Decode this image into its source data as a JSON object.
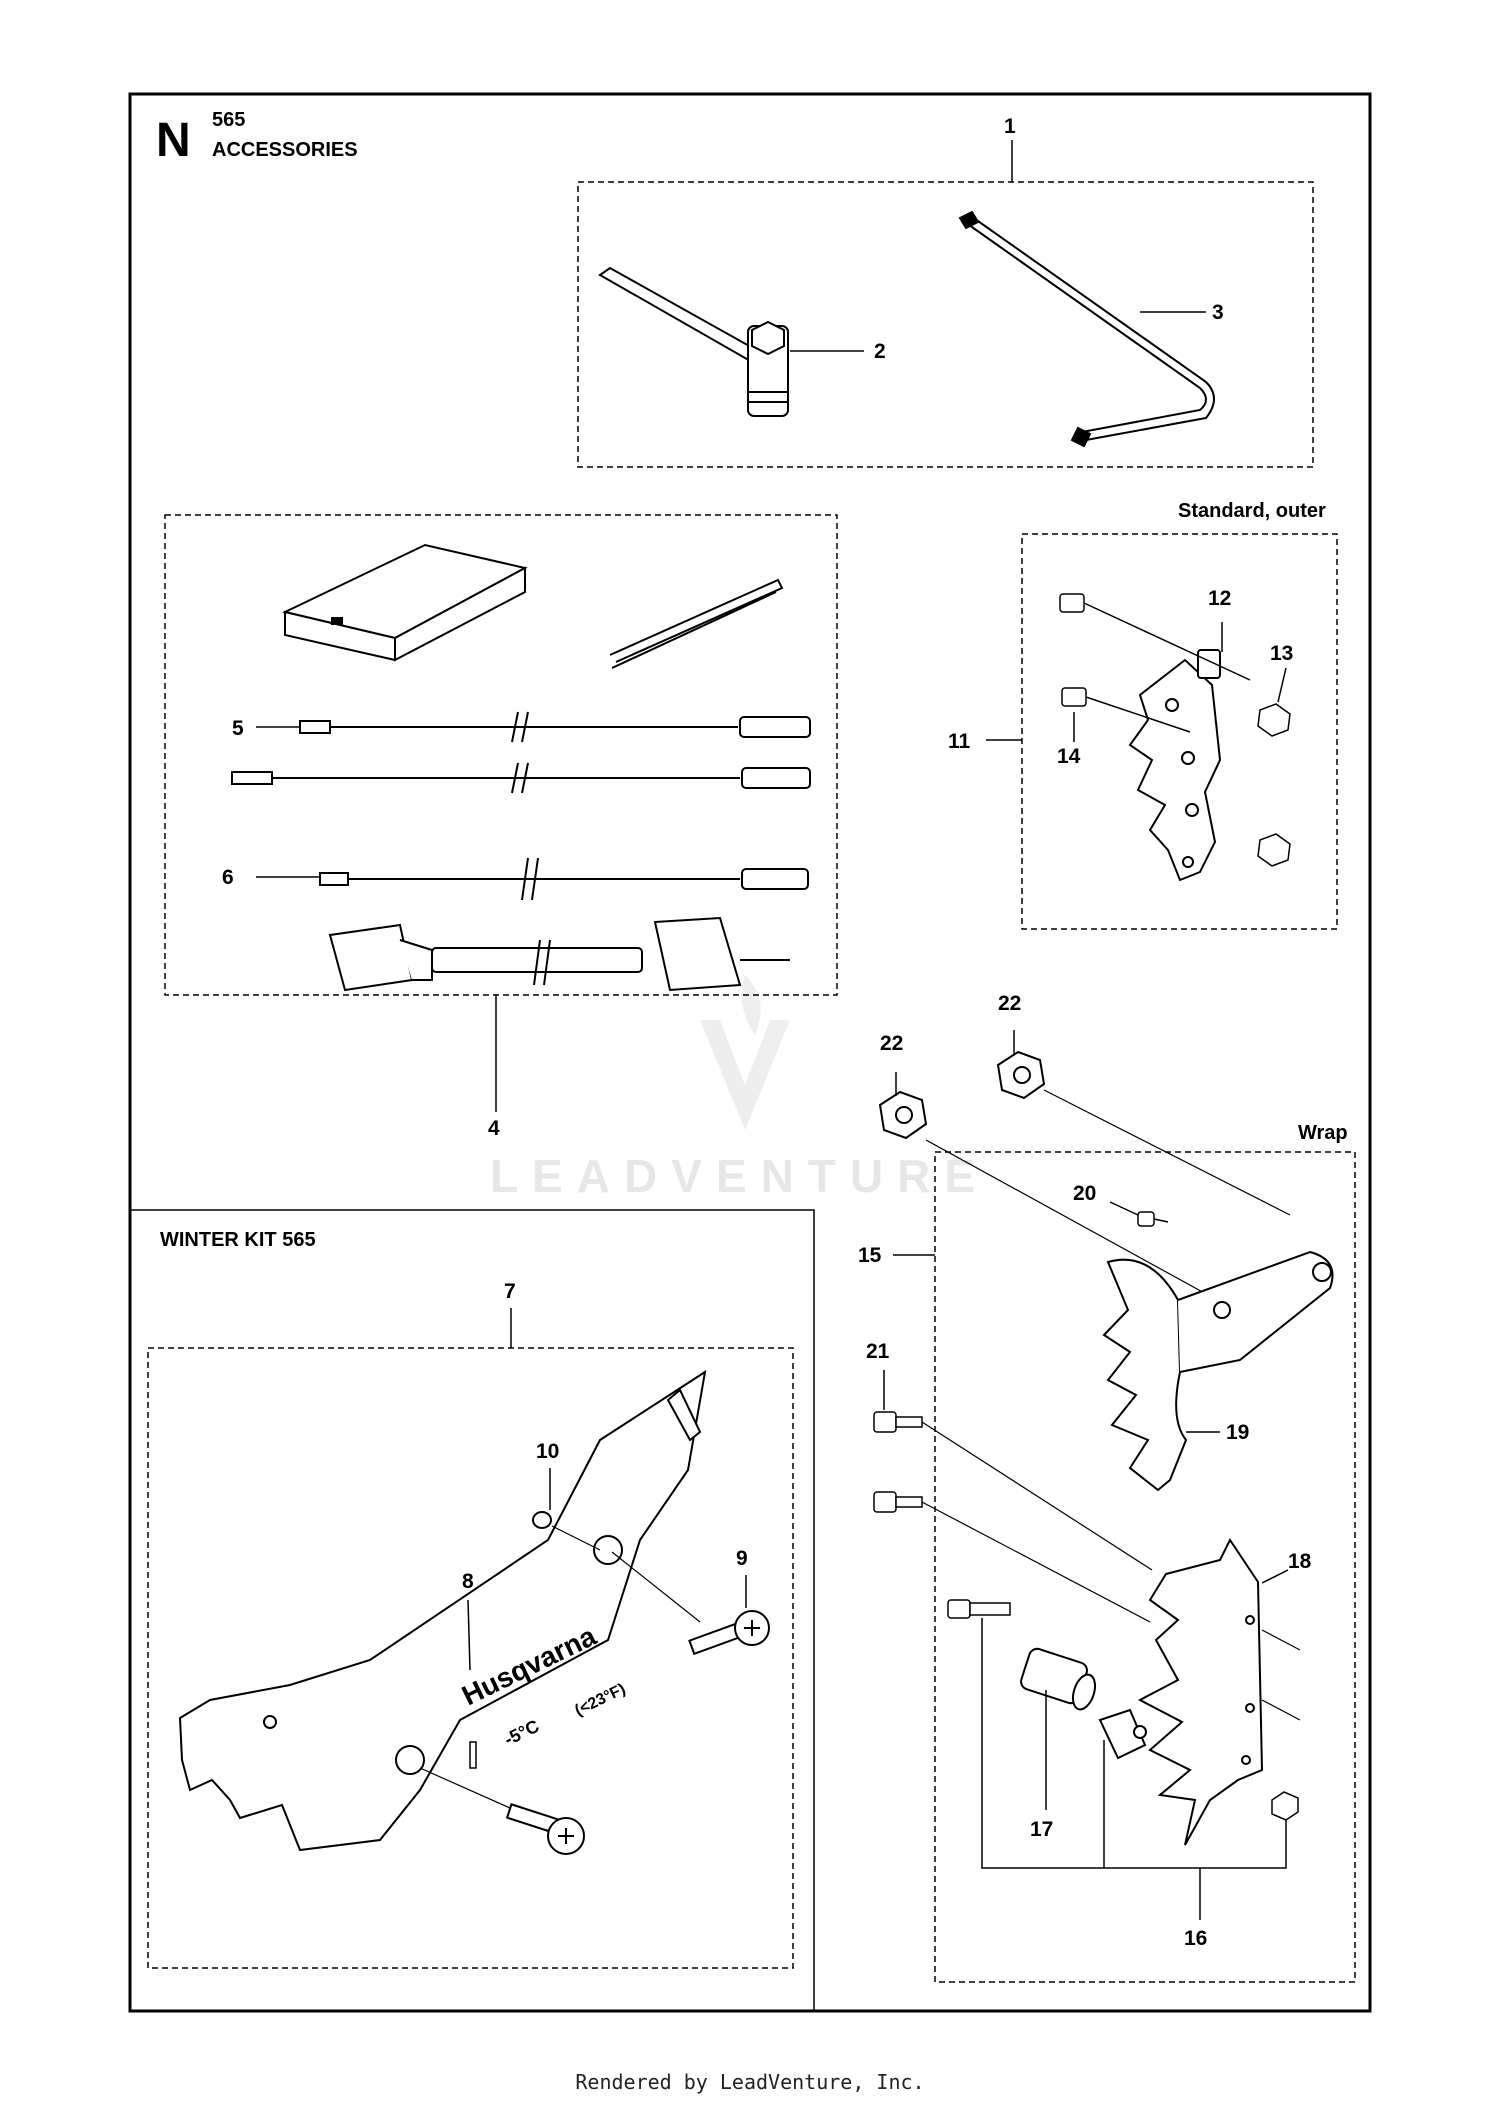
{
  "header": {
    "section_letter": "N",
    "model": "565",
    "title": "ACCESSORIES"
  },
  "groups": {
    "standard_outer": "Standard, outer",
    "wrap": "Wrap",
    "winter_kit": "WINTER KIT 565"
  },
  "callouts": {
    "c1": "1",
    "c2": "2",
    "c3": "3",
    "c4": "4",
    "c5": "5",
    "c6": "6",
    "c7": "7",
    "c8": "8",
    "c9": "9",
    "c10": "10",
    "c11": "11",
    "c12": "12",
    "c13": "13",
    "c14": "14",
    "c15": "15",
    "c16": "16",
    "c17": "17",
    "c18": "18",
    "c19": "19",
    "c20": "20",
    "c21": "21",
    "c22a": "22",
    "c22b": "22"
  },
  "part_text": {
    "brand": "Husqvarna",
    "temp_c": "-5°C",
    "temp_f": "(<23°F)"
  },
  "watermark": "LEADVENTURE",
  "footer": "Rendered by LeadVenture, Inc."
}
